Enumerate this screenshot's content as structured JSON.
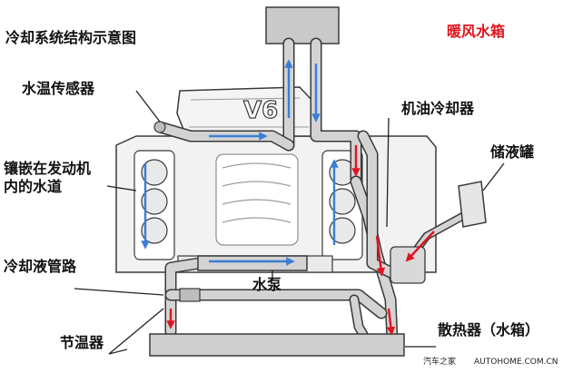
{
  "title": "冷却系统结构示意图",
  "labels": {
    "heater_core": "暖风水箱",
    "temp_sensor": "水温传感器",
    "embedded_line1": "镶嵌在发动机",
    "embedded_line2": "内的水道",
    "coolant_pipe": "冷却液管路",
    "thermostat": "节温器",
    "water_pump": "水泵",
    "oil_cooler": "机油冷却器",
    "reservoir": "储液罐",
    "radiator": "散热器（水箱）",
    "engine_badge": "V6"
  },
  "watermark": {
    "brand": "汽车之家",
    "url": "AUTOHOME.COM.CN"
  },
  "colors": {
    "accent_red": "#e0141e",
    "flow_blue": "#3a7fd5",
    "flow_red": "#e0141e",
    "pipe_fill": "#d3d3d3",
    "outline": "#3a3a3a"
  }
}
